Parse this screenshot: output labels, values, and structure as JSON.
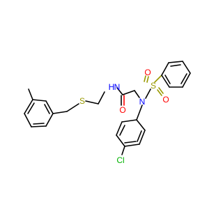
{
  "atoms": {
    "sulfur_thioether": {
      "text": "S",
      "color": "#999900"
    },
    "nitrogen_amide": {
      "text": "N",
      "color": "#0000ff"
    },
    "hydrogen_amide": {
      "text": "H",
      "color": "#0000ff"
    },
    "oxygen_carbonyl": {
      "text": "O",
      "color": "#ff0000"
    },
    "nitrogen_sulfonamide": {
      "text": "N",
      "color": "#0000ff"
    },
    "sulfur_sulfonyl": {
      "text": "S",
      "color": "#999900"
    },
    "oxygen_sulfonyl_1": {
      "text": "O",
      "color": "#ff0000"
    },
    "oxygen_sulfonyl_2": {
      "text": "O",
      "color": "#ff0000"
    },
    "chlorine": {
      "text": "Cl",
      "color": "#00b300"
    }
  }
}
